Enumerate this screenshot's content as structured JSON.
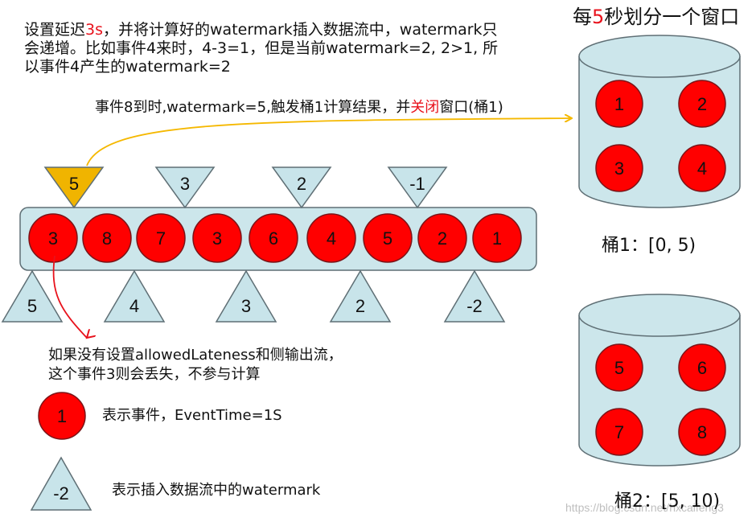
{
  "top_note": {
    "prefix": "设置延迟",
    "delay": "3s",
    "suffix": "，并将计算好的watermark插入数据流中，watermark只会递增。比如事件4来时，4-3=1，但是当前watermark=2, 2>1, 所以事件4产生的watermark=2"
  },
  "trigger_note": {
    "prefix": "事件8到时,watermark=5,触发桶1计算结果，并",
    "highlight": "关闭",
    "suffix": "窗口(桶1)"
  },
  "window_title": {
    "prefix": "每",
    "highlight": "5",
    "suffix": "秒划分一个窗口"
  },
  "stream": {
    "events": [
      "3",
      "8",
      "7",
      "3",
      "6",
      "4",
      "5",
      "2",
      "1"
    ],
    "top_watermarks": [
      "5",
      "3",
      "2",
      "-1"
    ],
    "bottom_watermarks": [
      "5",
      "4",
      "3",
      "2",
      "-2"
    ]
  },
  "late_note": "如果没有设置allowedLateness和侧输出流，\n这个事件3则会丢失，不参与计算",
  "bucket1": {
    "events": [
      "1",
      "2",
      "3",
      "4"
    ],
    "label": "桶1：[0, 5)"
  },
  "bucket2": {
    "events": [
      "5",
      "6",
      "7",
      "8"
    ],
    "label": "桶2：[5, 10)"
  },
  "legend": {
    "event_sample": "1",
    "event_text": "表示事件，EventTime=1S",
    "watermark_sample": "-2",
    "watermark_text": "表示插入数据流中的watermark"
  },
  "watermark_credit": "https://blog.csdn.net/hxcaifeng3",
  "colors": {
    "event_fill": "#ff0000",
    "event_stroke": "#7a1418",
    "stream_fill": "#cce6eb",
    "wm_fill": "#c8e4ea",
    "wm_highlight": "#f0b400",
    "arrow_orange": "#f5b800",
    "arrow_red": "#e8121c"
  }
}
